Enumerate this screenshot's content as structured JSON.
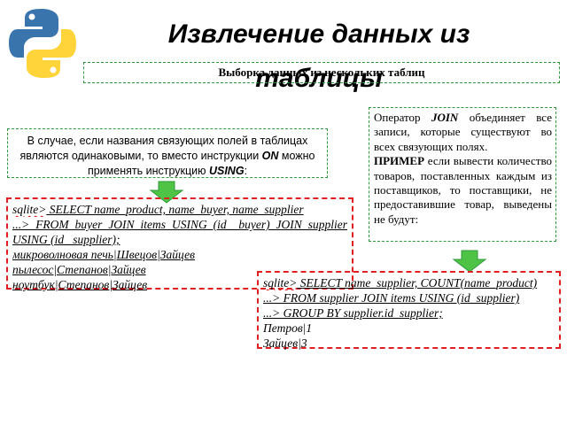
{
  "title": "Извлечение данных из таблицы",
  "subtitle": "Выборка данных из нескольких таблиц",
  "left_note": {
    "text_before": "В случае, если названия связующих полей в таблицах являются одинаковыми, то вместо инструкции ",
    "keyword_on": "ON",
    "text_middle": " можно применять инструкцию ",
    "keyword_using": "USING",
    "text_after": ":"
  },
  "right_note": {
    "p1_before": "Оператор ",
    "p1_keyword": "JOIN",
    "p1_after": " объединяет все записи, которые существуют во всех связующих полях.",
    "p2_keyword": "ПРИМЕР",
    "p2_after": " если вывести количество товаров, поставленных каждым из поставщиков, то поставщики, не предоставившие товар, выведены не будут:"
  },
  "code_left": {
    "prompt": "sqlite>",
    "line1_rest": " SELECT name_product, name_buyer, name_supplier",
    "line2": "...> FROM buyer JOIN items USING (id_ buyer) JOIN supplier USING (id_ supplier);",
    "row1": "микроволновая печь|Швецов|Зайцев",
    "row2": "пылесос|Степанов|Зайцев",
    "row3": "ноутбук|Степанов|Зайцев"
  },
  "code_right": {
    "prompt": "sqlite>",
    "line1_rest": " SELECT name_supplier, COUNT(name_product)",
    "line2": "...> FROM supplier JOIN items USING (id_supplier)",
    "line3": "...> GROUP BY supplier.id_supplier;",
    "row1": "Петров|1",
    "row2": "Зайцев|3"
  },
  "colors": {
    "logo_blue": "#3a74ac",
    "logo_yellow": "#ffd43b",
    "arrow_green": "#4fc346",
    "box_green": "#2e9a3c",
    "code_red": "#e02020"
  },
  "icons": {
    "logo": "python-logo-icon",
    "arrow": "arrow-down-icon"
  }
}
